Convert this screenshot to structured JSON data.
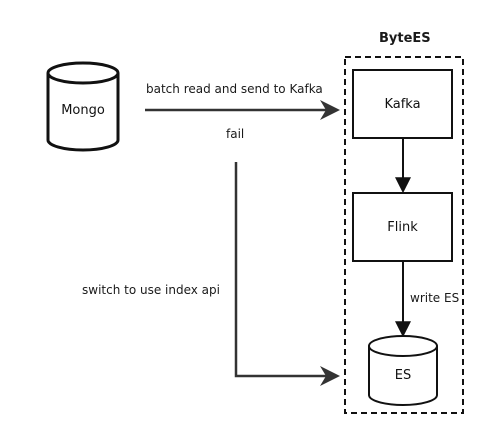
{
  "group": {
    "title": "ByteES"
  },
  "nodes": {
    "mongo": "Mongo",
    "kafka": "Kafka",
    "flink": "Flink",
    "es": "ES"
  },
  "edges": {
    "mongo_to_kafka": "batch read and send to Kafka",
    "fail": "fail",
    "switch": "switch to use index api",
    "flink_to_es": "write ES"
  },
  "colors": {
    "stroke": "#111111",
    "arrow": "#333333",
    "background": "#ffffff"
  }
}
